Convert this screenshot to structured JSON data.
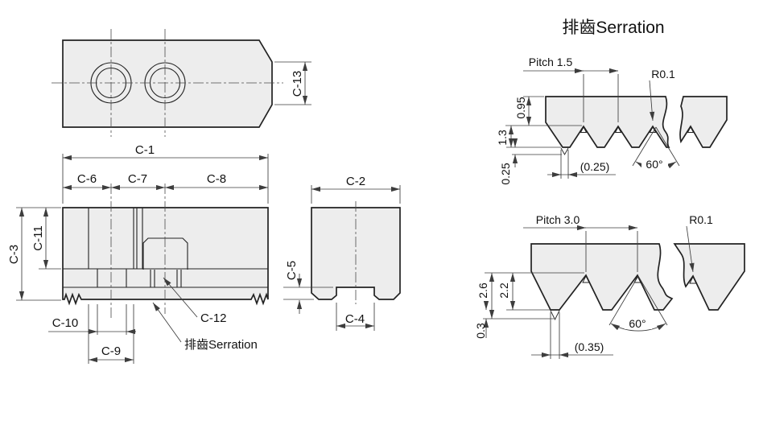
{
  "title": "排齒Serration",
  "colors": {
    "background": "#ffffff",
    "part_fill": "#ededed",
    "outline": "#222222",
    "dimension_lines": "#3d3d3d",
    "text": "#111111"
  },
  "plan_view": {
    "c13": "C-13"
  },
  "front_view": {
    "c1": "C-1",
    "c6": "C-6",
    "c7": "C-7",
    "c8": "C-8",
    "c3": "C-3",
    "c11": "C-11",
    "c10": "C-10",
    "c9": "C-9",
    "c12": "C-12",
    "serration_callout": "排齒Serration"
  },
  "end_view": {
    "c2": "C-2",
    "c5": "C-5",
    "c4": "C-4"
  },
  "pitch15": {
    "pitch": "Pitch 1.5",
    "radius": "R0.1",
    "depth": "0.95",
    "tooth_height": "1.3",
    "tip": "0.25",
    "flat": "(0.25)",
    "angle": "60°"
  },
  "pitch30": {
    "pitch": "Pitch 3.0",
    "radius": "R0.1",
    "depth": "2.6",
    "tooth_height": "2.2",
    "tip": "0.3",
    "flat": "(0.35)",
    "angle": "60°"
  }
}
